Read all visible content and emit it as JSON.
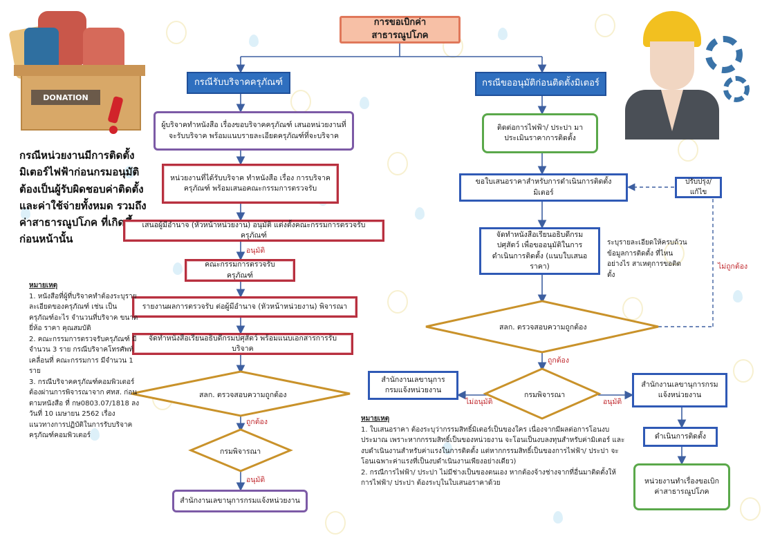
{
  "title": "การขอเบิกค่าสาธารณูปโภค",
  "left_header": "กรณีรับบริจาคครุภัณฑ์",
  "right_header": "กรณีขออนุมัติก่อนติดตั้งมิเตอร์",
  "donation_label": "DONATION",
  "headline": "กรณีหน่วยงานมีการติดตั้งมิเตอร์ไฟฟ้าก่อนกรมอนุมัติ ต้องเป็นผู้รับผิดชอบค่าติดตั้ง และค่าใช้จ่ายทั้งหมด รวมถึงค่าสาธารณูปโภค ที่เกิดขึ้นก่อนหน้านั้น",
  "left_flow": {
    "step1": "ผู้บริจาคทำหนังสือ เรื่องขอบริจาคครุภัณฑ์ เสนอหน่วยงานที่จะรับบริจาค พร้อมแนบรายละเอียดครุภัณฑ์ที่จะบริจาค",
    "step2": "หน่วยงานที่ได้รับบริจาค ทำหนังสือ เรื่อง การบริจาคครุภัณฑ์ พร้อมเสนอคณะกรรมการตรวจรับ",
    "step3": "เสนอผู้มีอำนาจ (หัวหน้าหน่วยงาน) อนุมัติ แต่งตั้งคณะกรรมการตรวจรับครุภัณฑ์",
    "approve1": "อนุมัติ",
    "step4": "คณะกรรมการตรวจรับครุภัณฑ์",
    "step5": "รายงานผลการตรวจรับ ต่อผู้มีอำนาจ (หัวหน้าหน่วยงาน) พิจารณา",
    "step6": "จัดทำหนังสือเรียนอธิบดีกรมปศุสัตว์ พร้อมแนบเอกสารการรับบริจาค",
    "decision1": "สลก. ตรวจสอบความถูกต้อง",
    "correct": "ถูกต้อง",
    "decision2": "กรมพิจารณา",
    "approve2": "อนุมัติ",
    "final": "สำนักงานเลขานุการกรมแจ้งหน่วยงาน"
  },
  "right_flow": {
    "step1": "ติดต่อการไฟฟ้า/ ประปา มาประเมินราคาการติดตั้ง",
    "step2": "ขอใบเสนอราคาสำหรับการดำเนินการติดตั้งมิเตอร์",
    "revise": "ปรับปรุง/ แก้ไข",
    "step3": "จัดทำหนังสือเรียนอธิบดีกรมปศุสัตว์ เพื่อขออนุมัติในการดำเนินการติดตั้ง (แนบใบเสนอราคา)",
    "side_note": "ระบุรายละเอียดให้ครบถ้วน ข้อมูลการติดตั้ง ที่ไหน อย่างไร สาเหตุการขอติดตั้ง",
    "incorrect": "ไม่ถูกต้อง",
    "decision1": "สลก. ตรวจสอบความถูกต้อง",
    "correct": "ถูกต้อง",
    "decision2": "กรมพิจารณา",
    "not_approve": "ไม่อนุมัติ",
    "approve": "อนุมัติ",
    "notify_left": "สำนักงานเลขานุการกรมแจ้งหน่วยงาน",
    "notify_right": "สำนักงานเลขานุการกรมแจ้งหน่วยงาน",
    "install": "ดำเนินการติดตั้ง",
    "final": "หน่วยงานทำเรื่องขอเบิกค่าสาธารณูปโภค"
  },
  "left_note": {
    "title": "หมายเหตุ",
    "body": "1. หนังสือที่ผู้ที่บริจาคทำต้องระบุรายละเอียดของครุภัณฑ์ เช่น เป็นครุภัณฑ์อะไร จำนวนที่บริจาค ขนาด ยี่ห้อ ราคา คุณสมบัติ\n2. คณะกรรมการตรวจรับครุภัณฑ์ มีจำนวน 3 ราย กรณีบริจาคโทรศัพท์เคลื่อนที่ คณะกรรมการ มีจำนวน 1 ราย\n3. กรณีบริจาคครุภัณฑ์คอมพิวเตอร์ ต้องผ่านการพิจารณาจาก ศทส. ก่อน ตามหนังสือ ที่ กษ0803.07/1818 ลงวันที่ 10 เมษายน 2562 เรื่อง แนวทางการปฏิบัติในการรับบริจาคครุภัณฑ์คอมพิวเตอร์"
  },
  "bottom_note": {
    "title": "หมายเหตุ",
    "body": "1. ใบเสนอราคา ต้องระบุว่ากรรมสิทธิ์มิเตอร์เป็นของใคร เนื่องจากมีผลต่อการโอนงบประมาณ เพราะหากกรรมสิทธิ์เป็นของหน่วยงาน จะโอนเป็นงบลงทุนสำหรับค่ามิเตอร์ และงบดำเนินงานสำหรับค่าแรงในการติดตั้ง แต่หากกรรมสิทธิ์เป็นของการไฟฟ้า/ ประปา จะโอนเฉพาะค่าแรงที่เป็นงบดำเนินงานเพียงอย่างเดียว)\n2. กรณีการไฟฟ้า/ ประปา ไม่มีช่างเป็นของตนเอง หากต้องจ้างช่างจากที่อื่นมาติดตั้งให้ การไฟฟ้า/ ประปา ต้องระบุในใบเสนอราคาด้วย"
  },
  "colors": {
    "header_blue": "#2f6fbf",
    "purple": "#7c5aa6",
    "red": "#b8303f",
    "blue": "#2f59b5",
    "green": "#5aa84a",
    "title_fill": "#f7c0a6",
    "label_red": "#c0282d"
  }
}
